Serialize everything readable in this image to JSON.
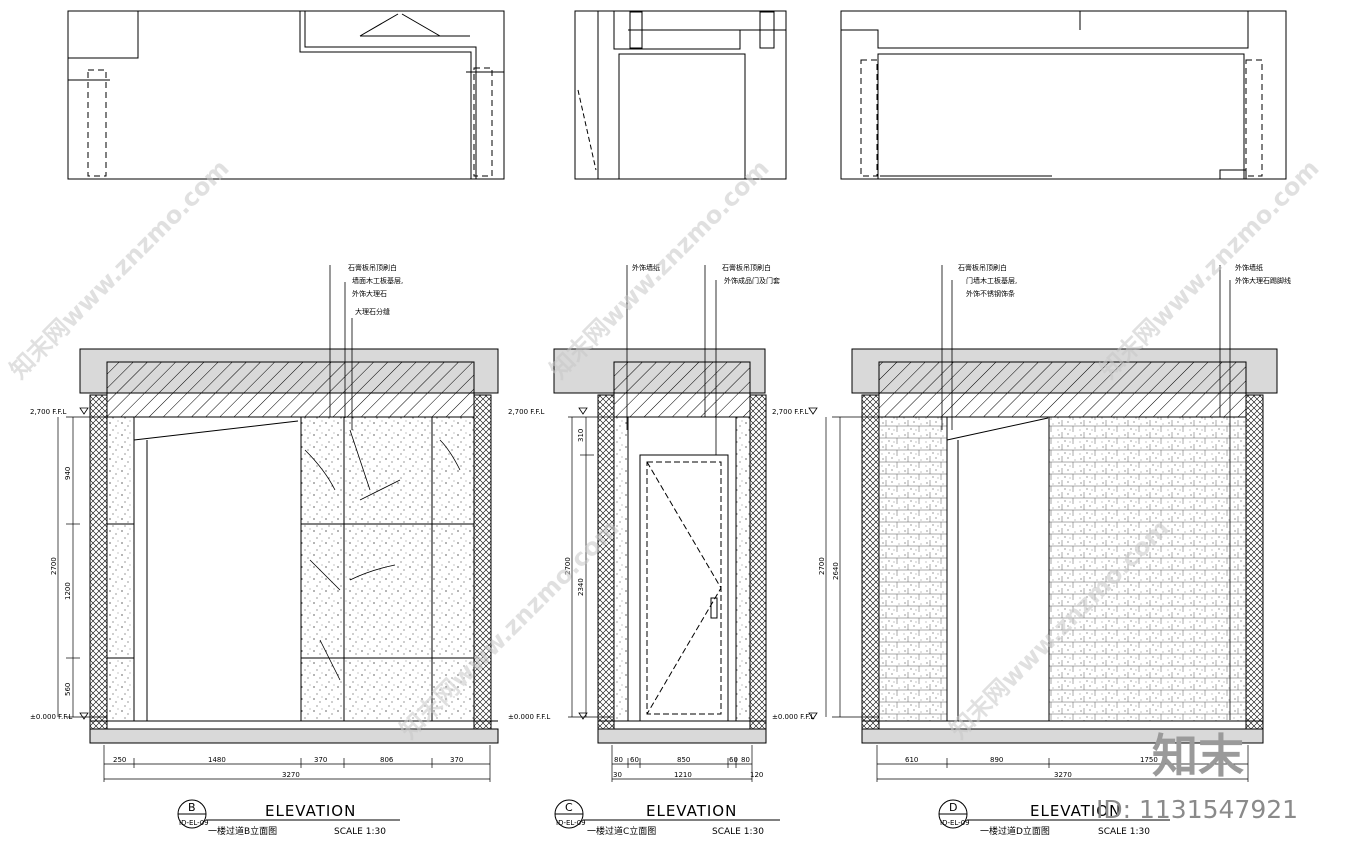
{
  "elevations": [
    {
      "letter": "B",
      "sheet_ref": "ID-EL-09",
      "heading": "ELEVATION",
      "subtitle": "一楼过道B立面图",
      "scale": "SCALE   1:30",
      "level_top": "2,700 F.F.L",
      "level_bottom": "±0.000 F.F.L",
      "callouts": [
        "石膏板吊顶刷白",
        "墙面木工板基层,",
        "外饰大理石",
        "大理石分缝"
      ],
      "vertical_dims": [
        "940",
        "1200",
        "560",
        "2700"
      ],
      "horizontal_dims": [
        "250",
        "1480",
        "370",
        "806",
        "370"
      ],
      "total_width": "3270"
    },
    {
      "letter": "C",
      "sheet_ref": "ID-EL-09",
      "heading": "ELEVATION",
      "subtitle": "一楼过道C立面图",
      "scale": "SCALE   1:30",
      "level_top": "2,700 F.F.L",
      "level_bottom": "±0.000 F.F.L",
      "callouts": [
        "外饰墙纸",
        "石膏板吊顶刷白",
        "外饰成品门及门套"
      ],
      "vertical_dims": [
        "310",
        "2700",
        "2340"
      ],
      "horizontal_dims": [
        "80",
        "60",
        "850",
        "60",
        "80"
      ],
      "total_width": "1210",
      "bottom_dims": [
        "30",
        "120"
      ]
    },
    {
      "letter": "D",
      "sheet_ref": "ID-EL-09",
      "heading": "ELEVATION",
      "subtitle": "一楼过道D立面图",
      "scale": "SCALE   1:30",
      "level_top": "2,700 F.F.L",
      "level_bottom": "±0.000 F.F.L",
      "callouts": [
        "石膏板吊顶刷白",
        "门墙木工板基层,",
        "外饰不锈钢饰条",
        "外饰墙纸",
        "外饰大理石踢脚线"
      ],
      "vertical_dims": [
        "2700",
        "2640"
      ],
      "horizontal_dims": [
        "610",
        "890",
        "1750"
      ],
      "total_width": "3270"
    }
  ],
  "watermark": {
    "text": "知末网www.znzmo.com",
    "logo": "知末",
    "id_label": "ID: 1131547921"
  }
}
